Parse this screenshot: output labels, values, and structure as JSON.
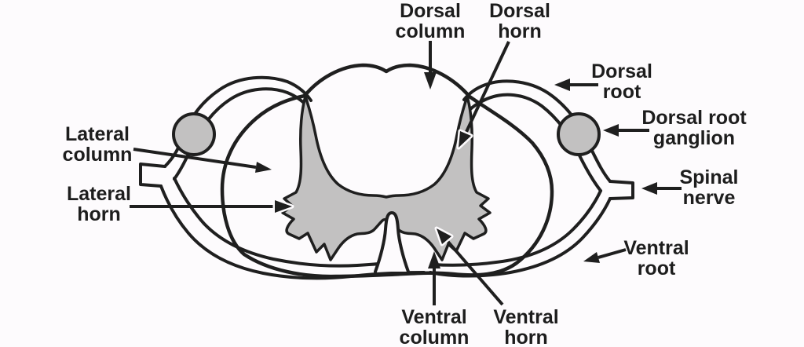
{
  "labels": {
    "dorsal_column": {
      "line1": "Dorsal",
      "line2": "column"
    },
    "dorsal_horn": {
      "line1": "Dorsal",
      "line2": "horn"
    },
    "dorsal_root": {
      "line1": "Dorsal",
      "line2": "root"
    },
    "dorsal_root_ganglion": {
      "line1": "Dorsal root",
      "line2": "ganglion"
    },
    "spinal_nerve": {
      "line1": "Spinal",
      "line2": "nerve"
    },
    "ventral_root": {
      "line1": "Ventral",
      "line2": "root"
    },
    "lateral_column": {
      "line1": "Lateral",
      "line2": "column"
    },
    "lateral_horn": {
      "line1": "Lateral",
      "line2": "horn"
    },
    "ventral_column": {
      "line1": "Ventral",
      "line2": "column"
    },
    "ventral_horn": {
      "line1": "Ventral",
      "line2": "horn"
    }
  },
  "colors": {
    "ink": "#1f1f1f",
    "gray_matter": "#c2c1c1",
    "background": "#fdfbfd",
    "text": "#1d1d1d"
  }
}
